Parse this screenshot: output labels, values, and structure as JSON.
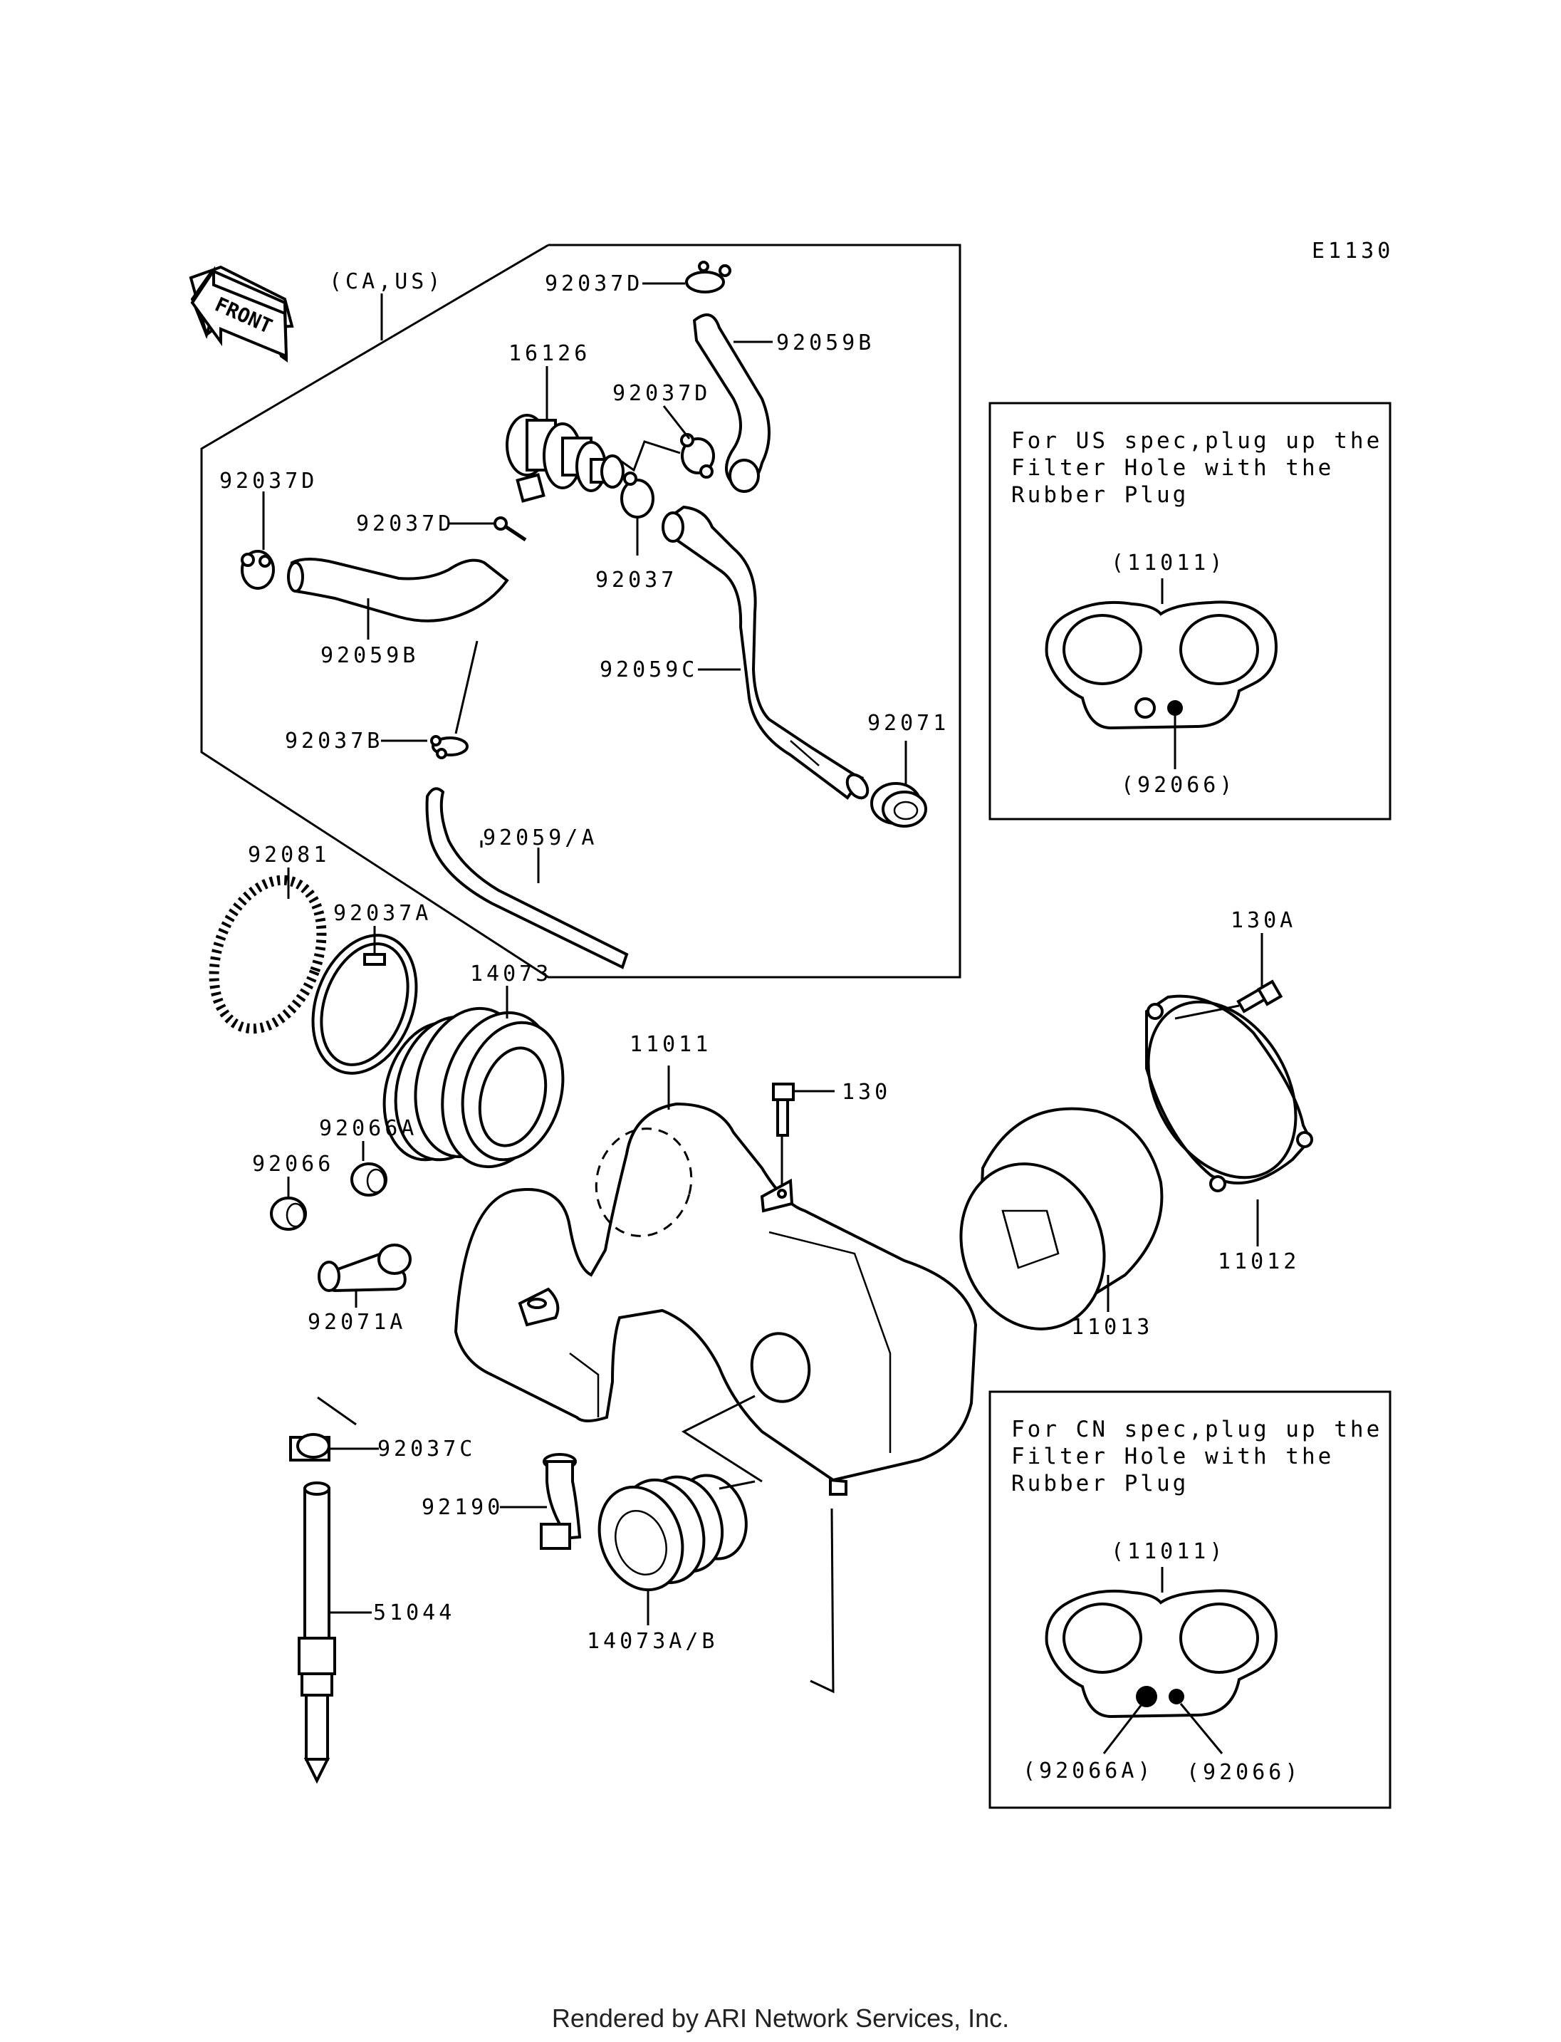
{
  "diagram_code": "E1130",
  "front_label": "FRONT",
  "group_label": "(CA,US)",
  "labels": {
    "p92037D_top": "92037D",
    "p92059B_top": "92059B",
    "p16126": "16126",
    "p92037D_mid": "92037D",
    "p92037D_left": "92037D",
    "p92037D_small": "92037D",
    "p92037": "92037",
    "p92059B_left": "92059B",
    "p92059C": "92059C",
    "p92071": "92071",
    "p92037B": "92037B",
    "p92059A": "92059/A",
    "p92081": "92081",
    "p92037A": "92037A",
    "p14073": "14073",
    "p130A": "130A",
    "p11011": "11011",
    "p130": "130",
    "p92066A": "92066A",
    "p92066": "92066",
    "p92071A": "92071A",
    "p11012": "11012",
    "p11013": "11013",
    "p92037C": "92037C",
    "p92190": "92190",
    "p51044": "51044",
    "p14073AB": "14073A/B"
  },
  "us_note": {
    "lines": [
      "For US spec,plug up the",
      "Filter Hole with the",
      "Rubber Plug"
    ],
    "part_label": "(11011)",
    "plug_label": "(92066)"
  },
  "cn_note": {
    "lines": [
      "For CN spec,plug up the",
      "Filter Hole with the",
      "Rubber Plug"
    ],
    "part_label": "(11011)",
    "plug_a_label": "(92066A)",
    "plug_b_label": "(92066)"
  },
  "footer": "Rendered by ARI Network Services, Inc."
}
